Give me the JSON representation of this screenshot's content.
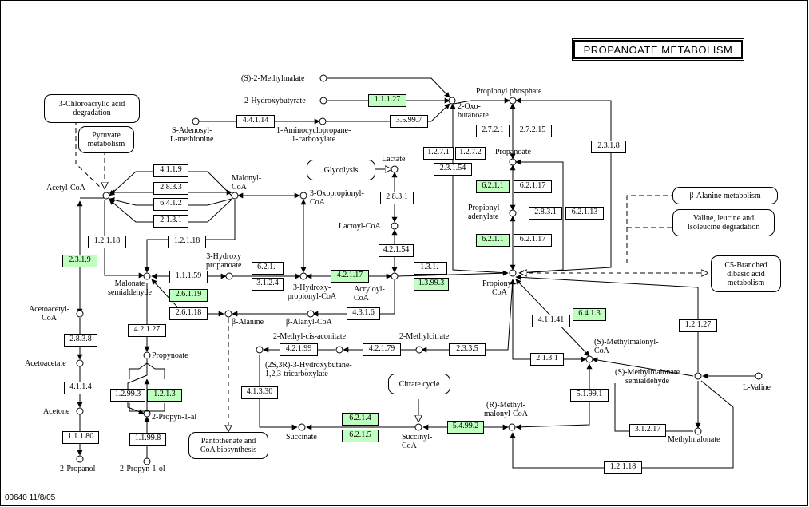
{
  "title": "PROPANOATE METABOLISM",
  "footer": "00640   11/8/05",
  "compounds": {
    "s2methylmalate": "(S)-2-Methylmalate",
    "hydroxybutyrate": "2-Hydroxybutyrate",
    "propionyl_phosphate": "Propionyl phosphate",
    "oxobutanoate": "2-Oxo-\nbutanoate",
    "sam": "S-Adenosyl-\nL-methionine",
    "accp": "1-Aminocyclopropane-\n1-carboxylate",
    "acetyl_coa": "Acetyl-CoA",
    "malonyl_coa": "Malonyl-\nCoA",
    "oxopropionyl_coa": "3-Oxopropionyl-\nCoA",
    "lactate": "Lactate",
    "lactoyl_coa": "Lactoyl-CoA",
    "propanoate": "Propanoate",
    "propionyl_adenylate": "Propionyl\nadenylate",
    "hydroxypropanoate": "3-Hydroxy\npropanoate",
    "malonate_semialdehyde": "Malonate\nsemialdehyde",
    "hydroxypropionyl_coa": "3-Hydroxy-\npropionyl-CoA",
    "acryloyl_coa": "Acryloyl-\nCoA",
    "propionyl_coa": "Propionyl-\nCoA",
    "beta_alanine": "β-Alanine",
    "beta_alanyl_coa": "β-Alanyl-CoA",
    "acetoacetyl_coa": "Acetoacetyl-\nCoA",
    "acetoacetate": "Acetoacetate",
    "acetone": "Acetone",
    "propanol": "2-Propanol",
    "propynoate": "Propynoate",
    "propynal": "2-Propyn-1-al",
    "propynol": "2-Propyn-1-ol",
    "methylcitrate": "2-Methylcitrate",
    "methylcisaconitate": "2-Methyl-cis-aconitate",
    "hydroxybutane": "(2S,3R)-3-Hydroxybutane-\n1,2,3-tricarboxylate",
    "succinate": "Succinate",
    "succinyl_coa": "Succinyl-\nCoA",
    "r_methylmalonyl_coa": "(R)-Methyl-\nmalonyl-CoA",
    "s_methylmalonyl_coa": "(S)-Methylmalonyl-\nCoA",
    "s_methylmalonate_semialdehyde": "(S)-Methylmalonate\nsemialdehyde",
    "methylmalonate": "Methylmalonate",
    "valine": "L-Valine"
  },
  "maps": {
    "chloroacrylic": "3-Chloroacrylic acid\ndegradation",
    "pyruvate": "Pyruvate\nmetabolism",
    "glycolysis": "Glycolysis",
    "beta_alanine_met": "β-Alanine metabolism",
    "valine_deg": "Valine, leucine and\nIsoleucine degradation",
    "c5_branched": "C5-Branched\ndibasic acid\nmetabolism",
    "citrate_cycle": "Citrate cycle",
    "pantothenate": "Pantothenate and\nCoA biosynthesis"
  },
  "enzymes": [
    {
      "id": "e1",
      "label": "1.1.1.27",
      "highlight": true
    },
    {
      "id": "e2",
      "label": "4.4.1.14",
      "highlight": false
    },
    {
      "id": "e3",
      "label": "3.5.99.7",
      "highlight": false
    },
    {
      "id": "e4",
      "label": "2.7.2.1",
      "highlight": false
    },
    {
      "id": "e5",
      "label": "2.7.2.15",
      "highlight": false
    },
    {
      "id": "e6",
      "label": "1.2.7.1",
      "highlight": false
    },
    {
      "id": "e7",
      "label": "1.2.7.2",
      "highlight": false
    },
    {
      "id": "e8",
      "label": "2.3.1.54",
      "highlight": false
    },
    {
      "id": "e9",
      "label": "2.3.1.8",
      "highlight": false
    },
    {
      "id": "e10",
      "label": "4.1.1.9",
      "highlight": false
    },
    {
      "id": "e11",
      "label": "2.8.3.3",
      "highlight": false
    },
    {
      "id": "e12",
      "label": "6.4.1.2",
      "highlight": false
    },
    {
      "id": "e13",
      "label": "2.1.3.1",
      "highlight": false
    },
    {
      "id": "e14",
      "label": "2.8.3.1",
      "highlight": false
    },
    {
      "id": "e15",
      "label": "6.2.1.1",
      "highlight": true
    },
    {
      "id": "e16",
      "label": "6.2.1.17",
      "highlight": false
    },
    {
      "id": "e17",
      "label": "2.8.3.1",
      "highlight": false
    },
    {
      "id": "e18",
      "label": "6.2.1.13",
      "highlight": false
    },
    {
      "id": "e19",
      "label": "6.2.1.1",
      "highlight": true
    },
    {
      "id": "e20",
      "label": "6.2.1.17",
      "highlight": false
    },
    {
      "id": "e21",
      "label": "4.2.1.54",
      "highlight": false
    },
    {
      "id": "e22",
      "label": "1.2.1.18",
      "highlight": false
    },
    {
      "id": "e23",
      "label": "1.2.1.18",
      "highlight": false
    },
    {
      "id": "e24",
      "label": "2.3.1.9",
      "highlight": true
    },
    {
      "id": "e25",
      "label": "1.1.1.59",
      "highlight": false
    },
    {
      "id": "e26",
      "label": "6.2.1.-",
      "highlight": false
    },
    {
      "id": "e27",
      "label": "3.1.2.4",
      "highlight": false
    },
    {
      "id": "e28",
      "label": "4.2.1.17",
      "highlight": true
    },
    {
      "id": "e29",
      "label": "1.3.1.-",
      "highlight": false
    },
    {
      "id": "e30",
      "label": "1.3.99.3",
      "highlight": true
    },
    {
      "id": "e31",
      "label": "2.6.1.19",
      "highlight": true
    },
    {
      "id": "e32",
      "label": "2.6.1.18",
      "highlight": false
    },
    {
      "id": "e33",
      "label": "4.3.1.6",
      "highlight": false
    },
    {
      "id": "e34",
      "label": "2.8.3.8",
      "highlight": false
    },
    {
      "id": "e35",
      "label": "4.2.1.27",
      "highlight": false
    },
    {
      "id": "e36",
      "label": "4.2.1.99",
      "highlight": false
    },
    {
      "id": "e37",
      "label": "4.2.1.79",
      "highlight": false
    },
    {
      "id": "e38",
      "label": "2.3.3.5",
      "highlight": false
    },
    {
      "id": "e39",
      "label": "4.1.1.41",
      "highlight": false
    },
    {
      "id": "e40",
      "label": "6.4.1.3",
      "highlight": true
    },
    {
      "id": "e41",
      "label": "2.1.3.1",
      "highlight": false
    },
    {
      "id": "e42",
      "label": "1.2.1.27",
      "highlight": false
    },
    {
      "id": "e43",
      "label": "4.1.1.4",
      "highlight": false
    },
    {
      "id": "e44",
      "label": "1.2.99.3",
      "highlight": false
    },
    {
      "id": "e45",
      "label": "1.2.1.3",
      "highlight": true
    },
    {
      "id": "e46",
      "label": "4.1.3.30",
      "highlight": false
    },
    {
      "id": "e47",
      "label": "5.1.99.1",
      "highlight": false
    },
    {
      "id": "e48",
      "label": "1.1.1.80",
      "highlight": false
    },
    {
      "id": "e49",
      "label": "1.1.99.8",
      "highlight": false
    },
    {
      "id": "e50",
      "label": "6.2.1.4",
      "highlight": true
    },
    {
      "id": "e51",
      "label": "6.2.1.5",
      "highlight": true
    },
    {
      "id": "e52",
      "label": "5.4.99.2",
      "highlight": true
    },
    {
      "id": "e53",
      "label": "3.1.2.17",
      "highlight": false
    },
    {
      "id": "e54",
      "label": "1.2.1.18",
      "highlight": false
    }
  ],
  "colors": {
    "highlight": "#bfffbf",
    "line": "#000000"
  }
}
